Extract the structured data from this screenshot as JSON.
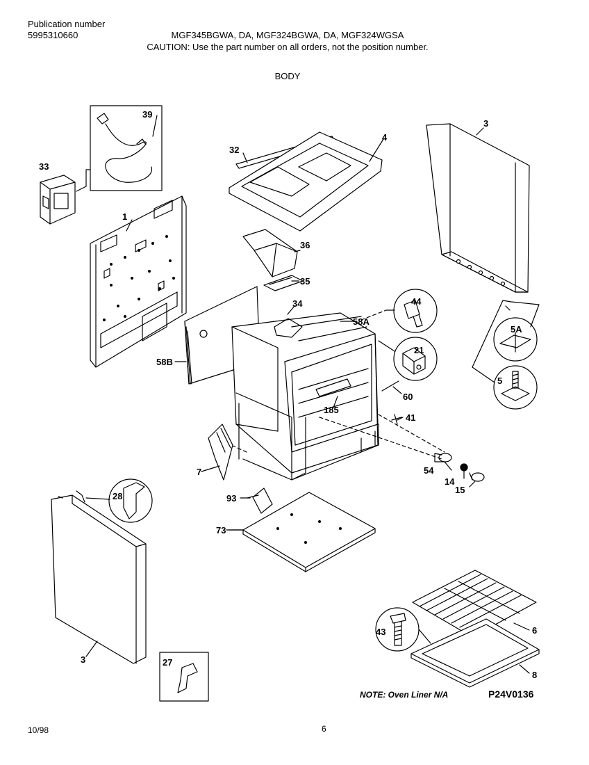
{
  "header": {
    "publication_label": "Publication number",
    "publication_number": "5995310660",
    "models": "MGF345BGWA, DA, MGF324BGWA, DA, MGF324WGSA",
    "caution": "CAUTION:  Use the part number on all orders, not the position number.",
    "section": "BODY"
  },
  "callouts": {
    "p39": "39",
    "p33": "33",
    "p1": "1",
    "p32": "32",
    "p4": "4",
    "p3_top": "3",
    "p36": "36",
    "p35": "35",
    "p34": "34",
    "p58A": "58A",
    "p44": "44",
    "p21": "21",
    "p5A": "5A",
    "p5": "5",
    "p58B": "58B",
    "p60": "60",
    "p185": "185",
    "p41": "41",
    "p7": "7",
    "p54": "54",
    "p14": "14",
    "p15": "15",
    "p28": "28",
    "p93": "93",
    "p73": "73",
    "p3_bottom": "3",
    "p27": "27",
    "p43": "43",
    "p6": "6",
    "p8": "8"
  },
  "note": "NOTE: Oven Liner N/A",
  "drawing_code": "P24V0136",
  "footer": {
    "date": "10/98",
    "page": "6"
  }
}
